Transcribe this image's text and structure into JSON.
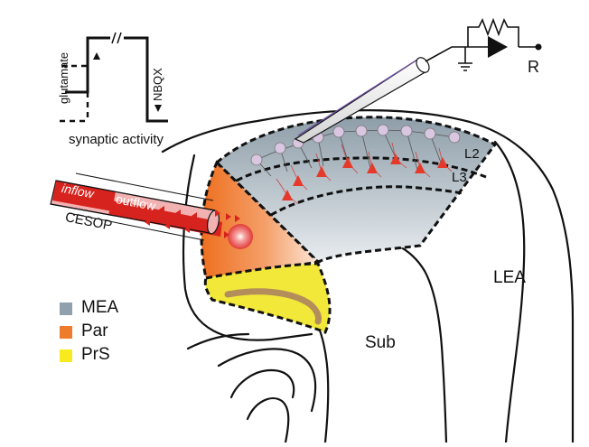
{
  "trace": {
    "glutamate_label": "glutamate",
    "nbqx_label": "NBQX",
    "caption": "synaptic activity"
  },
  "probe": {
    "inflow_label": "inflow",
    "outflow_label": "outflow",
    "name": "CESOP"
  },
  "recording": {
    "label": "R"
  },
  "layers": {
    "l2": "L2",
    "l3": "L3"
  },
  "regions": {
    "lea": "LEA",
    "sub": "Sub"
  },
  "legend": [
    {
      "label": "MEA",
      "color": "#90a0ad"
    },
    {
      "label": "Par",
      "color": "#ef7b2c"
    },
    {
      "label": "PrS",
      "color": "#f7eb1f"
    }
  ],
  "colors": {
    "mea_fill": "#a9b6c0",
    "par_fill": "#ef7b2c",
    "prs_fill": "#f2e83a",
    "neuron_l2": "#d9c6e0",
    "neuron_l3": "#e53a2b",
    "probe_red": "#d7231e",
    "probe_pink": "#f3b2b2"
  }
}
